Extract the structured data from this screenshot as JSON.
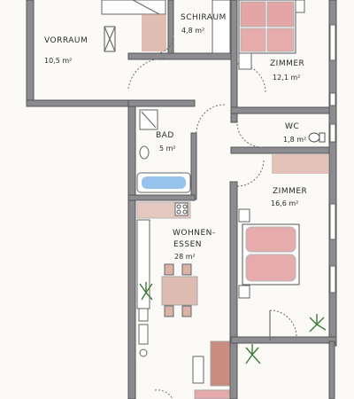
{
  "rooms": {
    "vorraum": {
      "name": "VORRAUM",
      "area": "10,5 m²"
    },
    "schirau": {
      "name": "SCHIRAUM",
      "area": "4,8 m²"
    },
    "zimmer1": {
      "name": "ZIMMER",
      "area": "12,1 m²"
    },
    "bad": {
      "name": "BAD",
      "area": "5 m²"
    },
    "wc": {
      "name": "WC",
      "area": "1,8 m²"
    },
    "zimmer2": {
      "name": "ZIMMER",
      "area": "16,6 m²"
    },
    "wohnen": {
      "name1": "WOHNEN-",
      "name2": "ESSEN",
      "area": "28 m²"
    }
  },
  "colors": {
    "wall": "#8c8c90",
    "wood": "#a8442f",
    "bedding": "#d26a6a",
    "water": "#6aa9e2",
    "plant": "#3f7a3a",
    "floor": "#fbfaf7"
  }
}
